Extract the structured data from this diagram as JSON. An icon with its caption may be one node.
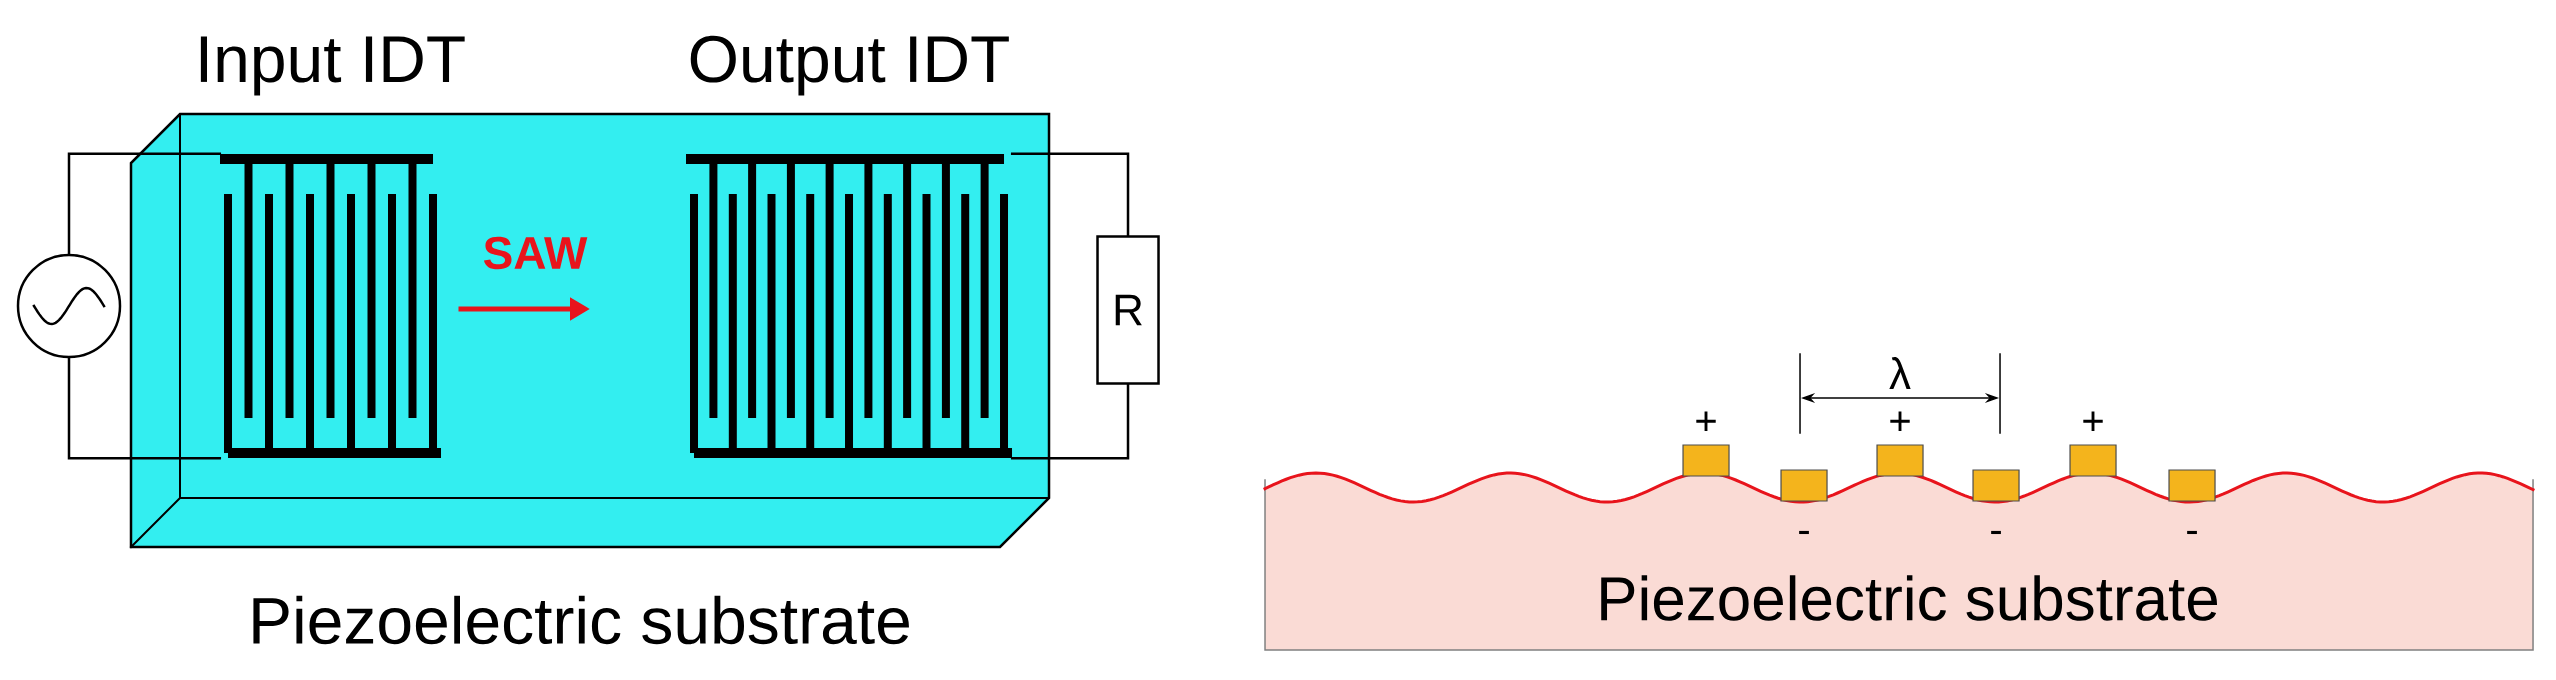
{
  "diagram": {
    "nodes": [
      {
        "text": [
          "Input IDT"
        ]
      },
      {
        "text": [
          "Output IDT"
        ]
      },
      {
        "text": [],
        "shape": "circle"
      },
      {
        "text": [
          "R"
        ]
      },
      {
        "text": [
          "Piezoelectric substrate"
        ]
      }
    ],
    "edges": [
      {
        "from": 2,
        "to": 0,
        "arrow": "none"
      },
      {
        "from": 2,
        "to": 0,
        "arrow": "none"
      },
      {
        "from": 1,
        "to": 3,
        "arrow": "none"
      },
      {
        "from": 1,
        "to": 3,
        "arrow": "none"
      }
    ],
    "labels": [
      "SAW",
      "Piezoelectric substrate",
      "λ",
      "+",
      "+",
      "+",
      "-",
      "-",
      "-"
    ]
  }
}
